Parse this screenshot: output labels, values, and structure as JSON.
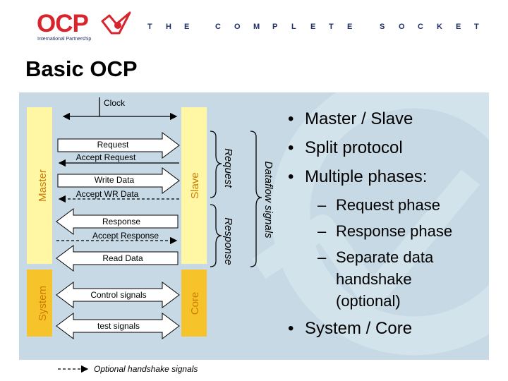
{
  "header": {
    "logo_text": "OCP",
    "logo_subtitle": "International Partnership",
    "tagline_letters": [
      "T",
      "H",
      "E",
      "C",
      "O",
      "M",
      "P",
      "L",
      "E",
      "T",
      "E",
      "S",
      "O",
      "C",
      "K",
      "E",
      "T"
    ]
  },
  "title": "Basic OCP",
  "diagram": {
    "master_label": "Master",
    "slave_label": "Slave",
    "system_label": "System",
    "core_label": "Core",
    "clock_label": "Clock",
    "signals": {
      "request": "Request",
      "accept_request": "Accept Request",
      "write_data": "Write Data",
      "accept_wr_data": "Accept WR Data",
      "response": "Response",
      "accept_response": "Accept Response",
      "read_data": "Read Data",
      "control_signals": "Control signals",
      "test_signals": "test signals"
    },
    "brace_request": "Request",
    "brace_response": "Response",
    "brace_dataflow": "Dataflow signals",
    "legend": "Optional handshake signals"
  },
  "bullets": {
    "items": [
      "Master / Slave",
      "Split protocol",
      "Multiple phases:"
    ],
    "sub_items": [
      "Request phase",
      "Response phase",
      "Separate data"
    ],
    "sub_cont": [
      "handshake",
      "(optional)"
    ],
    "last": "System / Core",
    "bullet_char": "•",
    "dash_char": "–"
  },
  "colors": {
    "logo_red": "#d9232d",
    "navy": "#1f2f66",
    "block_yellow": "#fff7a3",
    "block_orange": "#f7c32a",
    "panel": "#c6d9e4",
    "label_orange": "#cc7a00"
  }
}
